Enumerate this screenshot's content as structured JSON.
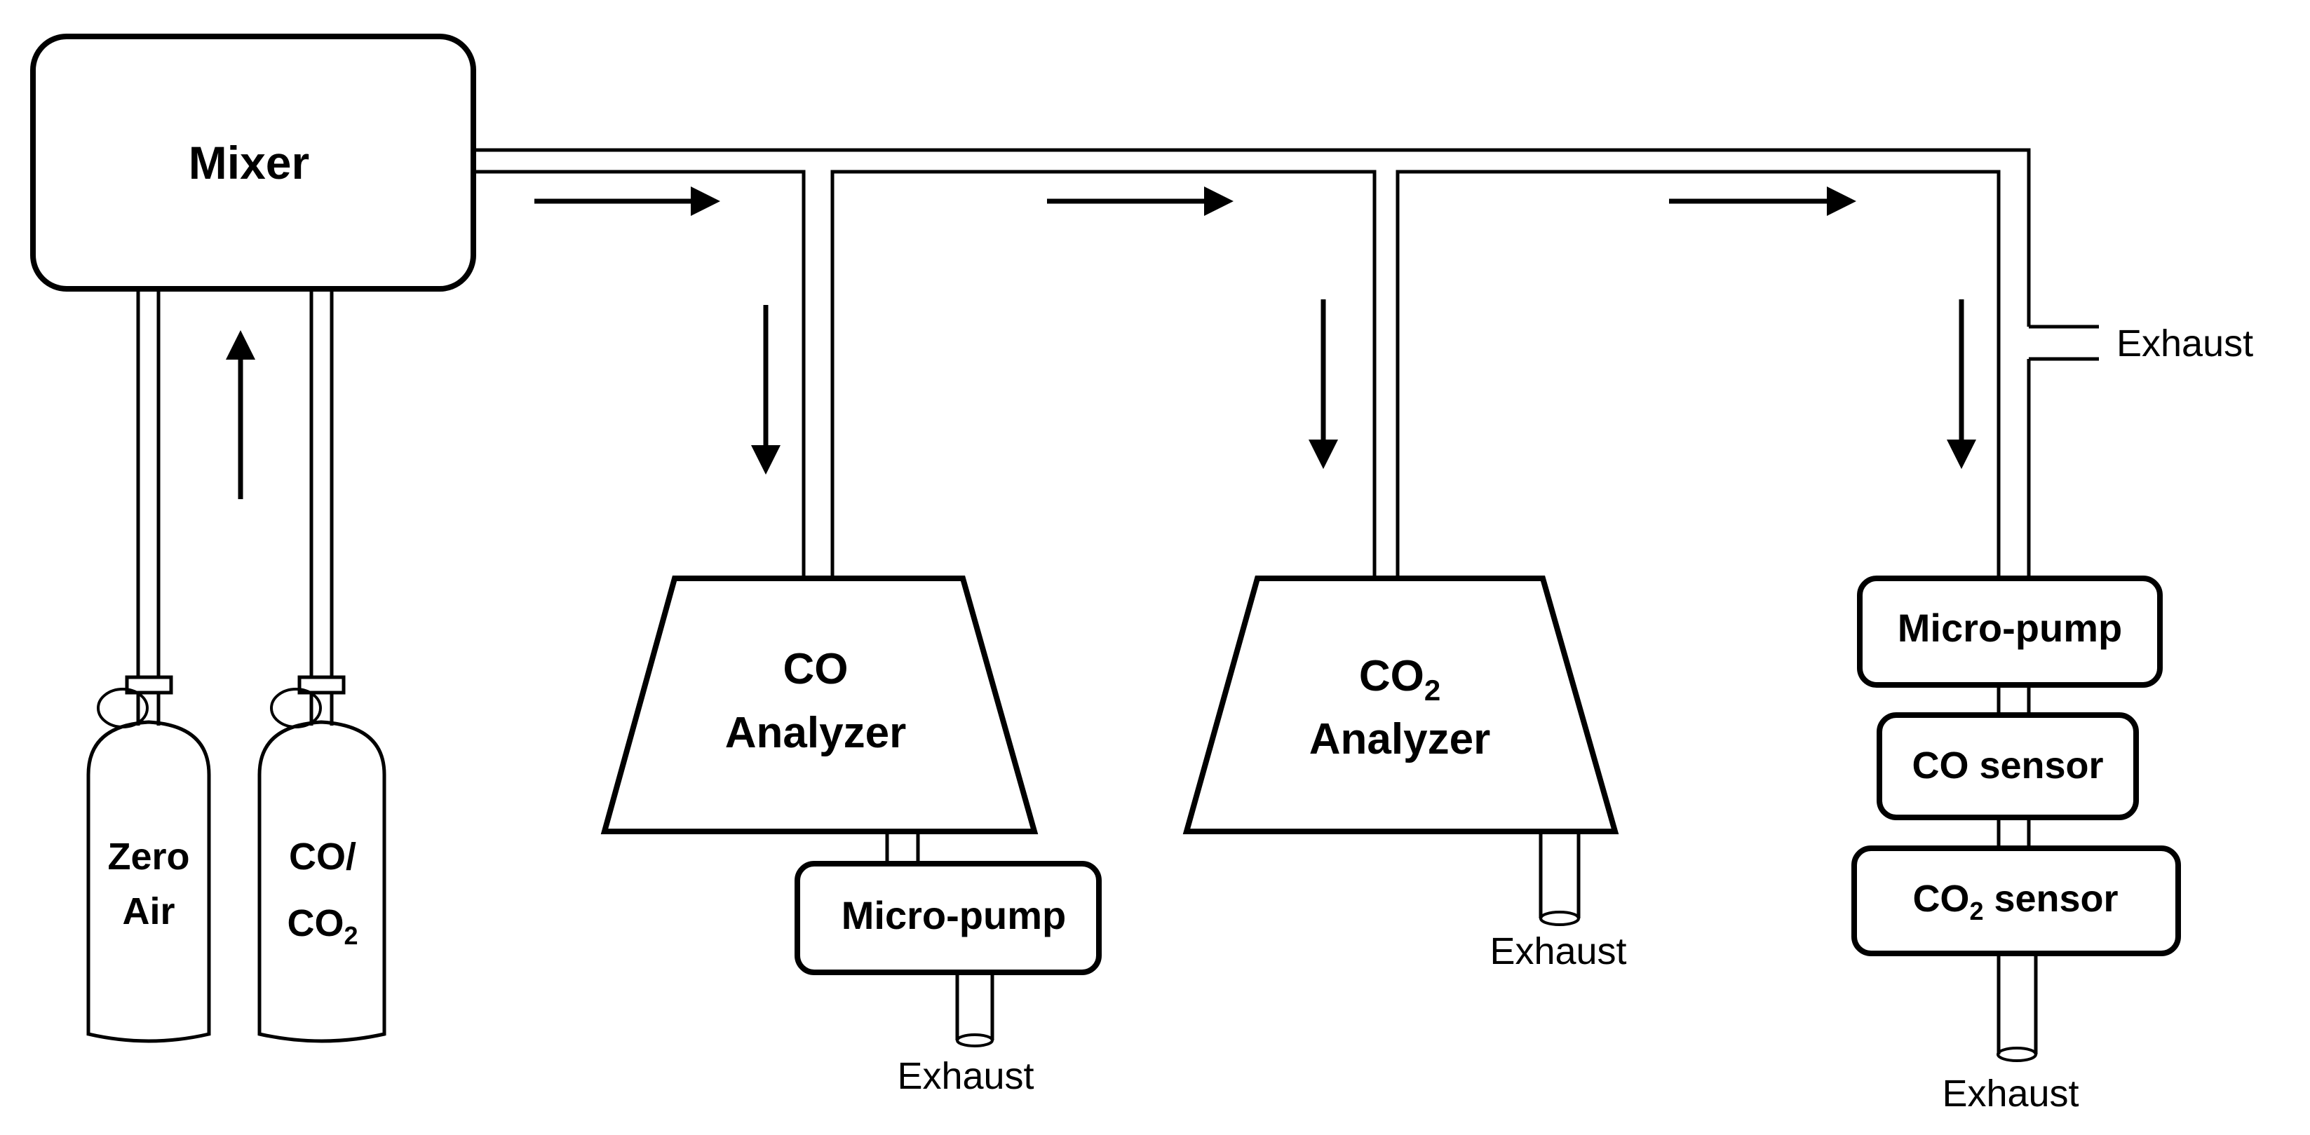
{
  "mixer": {
    "label": "Mixer"
  },
  "cylinders": {
    "zero_air": {
      "line1": "Zero",
      "line2": "Air"
    },
    "co_co2": {
      "line1": "CO/",
      "line2_main": "CO",
      "line2_sub": "2"
    }
  },
  "analyzers": {
    "co": {
      "line1": "CO",
      "line2": "Analyzer"
    },
    "co2": {
      "line1_main": "CO",
      "line1_sub": "2",
      "line2": "Analyzer"
    }
  },
  "micro_pump": {
    "label": "Micro-pump"
  },
  "sensor_stack": {
    "micro_pump": "Micro-pump",
    "co_sensor": "CO sensor",
    "co2_sensor_main": "CO",
    "co2_sensor_sub": "2",
    "co2_sensor_suffix": " sensor"
  },
  "exhaust_labels": {
    "co_analyzer": "Exhaust",
    "co2_analyzer": "Exhaust",
    "bypass": "Exhaust",
    "sensor_stack": "Exhaust"
  }
}
